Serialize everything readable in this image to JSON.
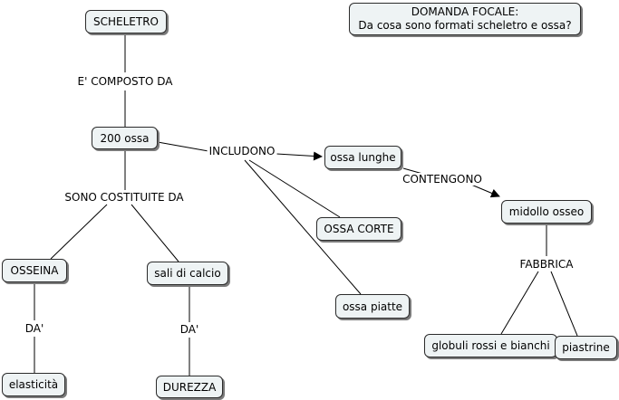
{
  "focal_question": {
    "line1": "DOMANDA FOCALE:",
    "line2": "Da cosa sono formati scheletro e ossa?"
  },
  "concepts": {
    "scheletro": "SCHELETRO",
    "ossa200": "200 ossa",
    "ossa_lunghe": "ossa lunghe",
    "ossa_corte": "OSSA CORTE",
    "ossa_piatte": "ossa piatte",
    "midollo": "midollo osseo",
    "osseina": "OSSEINA",
    "sali": "sali di calcio",
    "elasticita": "elasticità",
    "durezza": "DUREZZA",
    "globuli": "globuli rossi e bianchi",
    "piastrine": "piastrine"
  },
  "links": {
    "composto": "E' COMPOSTO DA",
    "includono": "INCLUDONO",
    "contengono": "CONTENGONO",
    "costituite": "SONO COSTITUITE DA",
    "da1": "DA'",
    "da2": "DA'",
    "fabbrica": "FABBRICA"
  },
  "colors": {
    "node_fill": "#eef3f4",
    "node_border": "#2b2b2b",
    "line": "#000000"
  }
}
